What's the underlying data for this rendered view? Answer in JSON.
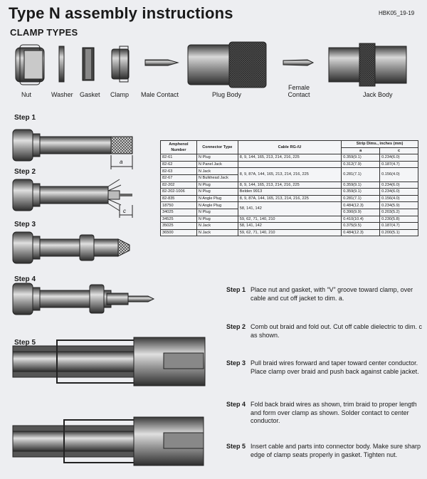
{
  "header": {
    "title": "Type N assembly instructions",
    "code": "HBK05_19-19",
    "subtitle": "CLAMP TYPES"
  },
  "parts": [
    "Nut",
    "Washer",
    "Gasket",
    "Clamp",
    "Male Contact",
    "Plug Body",
    "Female Contact",
    "Jack Body"
  ],
  "steps_labels": [
    "Step 1",
    "Step 2",
    "Step 3",
    "Step 4",
    "Step 5"
  ],
  "dims": {
    "a": "a",
    "c": "c"
  },
  "table": {
    "headers": {
      "amphenol": "Amphenol Number",
      "connector": "Connector Type",
      "cable": "Cable RG-/U",
      "strip": "Strip Dims., inches (mm)",
      "a": "a",
      "c": "c"
    },
    "rows": [
      {
        "num": "82-61",
        "type": "N Plug",
        "cable": "8, 9, 144, 165, 213, 214, 216, 225",
        "a": "0.359(9.1)",
        "c": "0.234(6.0)"
      },
      {
        "num": "82-62",
        "type": "N Panel Jack",
        "cable": "",
        "a": "0.312(7.9)",
        "c": "0.187(4.7)"
      },
      {
        "num": "82-63",
        "type": "N Jack",
        "cable": "8, 9, 87A, 144, 165, 213, 214, 216, 225",
        "a": "0.281(7.1)",
        "c": "0.156(4.0)"
      },
      {
        "num": "82-67",
        "type": "N Bulkhead Jack",
        "cable": "",
        "a": "",
        "c": ""
      },
      {
        "num": "82-202",
        "type": "N Plug",
        "cable": "8, 9, 144, 165, 213, 214, 216, 225",
        "a": "0.359(9.1)",
        "c": "0.234(6.0)"
      },
      {
        "num": "82-202-1006",
        "type": "N Plug",
        "cable": "Belden 9913",
        "a": "0.359(9.1)",
        "c": "0.234(6.0)"
      },
      {
        "num": "82-835",
        "type": "N Angle Plug",
        "cable": "8, 9, 87A, 144, 165, 213, 214, 216, 225",
        "a": "0.281(7.1)",
        "c": "0.156(4.0)"
      },
      {
        "num": "18750",
        "type": "N Angle Plug",
        "cable": "58, 141, 142",
        "a": "0.484(12.3)",
        "c": "0.234(5.9)"
      },
      {
        "num": "34025",
        "type": "N Plug",
        "cable": "",
        "a": "0.390(9.9)",
        "c": "0.203(5.2)"
      },
      {
        "num": "34525",
        "type": "N Plug",
        "cable": "59, 62, 71, 140, 210",
        "a": "0.410(10.4)",
        "c": "0.230(5.8)"
      },
      {
        "num": "35025",
        "type": "N Jack",
        "cable": "58, 141, 142",
        "a": "0.375(9.5)",
        "c": "0.187(4.7)"
      },
      {
        "num": "36500",
        "type": "N Jack",
        "cable": "59, 62, 71, 140, 210",
        "a": "0.484(12.3)",
        "c": "0.200(5.1)"
      }
    ]
  },
  "instructions": [
    {
      "step": "Step 1",
      "text": "Place nut and gasket, with “V” groove toward clamp, over cable and cut off jacket to dim. a."
    },
    {
      "step": "Step 2",
      "text": "Comb out braid and fold out. Cut off cable dielectric to dim. c as shown."
    },
    {
      "step": "Step 3",
      "text": "Pull braid wires forward and taper toward center conductor. Place clamp over braid and push back against cable jacket."
    },
    {
      "step": "Step 4",
      "text": "Fold back braid wires as shown, trim braid to proper length and form over clamp as shown. Solder contact to center conductor."
    },
    {
      "step": "Step 5",
      "text": "Insert cable and parts into connector body. Make sure sharp edge of clamp seats properly in gasket. Tighten nut."
    }
  ]
}
